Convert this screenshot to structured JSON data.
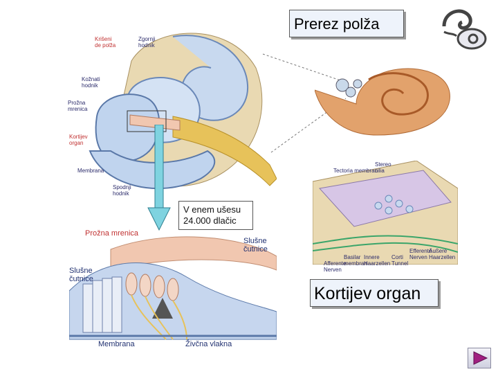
{
  "titles": {
    "top": "Prerez polža",
    "bottom": "Kortijev organ"
  },
  "note": "V enem ušesu\n24.000 dlačic",
  "labels_top_diagram": {
    "kriseni": "Krišeni\nde polža",
    "zgornji": "Zgornji\nhodnik",
    "kozni": "Kožnati\nhodnik",
    "prozna": "Prožna\nmrenica",
    "kortijev": "Kortijev\norgan",
    "membrana": "Membrana",
    "spodnji": "Spodnji\nhodnik"
  },
  "labels_bottom_diagram": {
    "prozna": "Prožna mrenica",
    "slusne": "Slušne\nčutnice",
    "slusne_left": "Slušne\nčutnice",
    "membrana": "Membrana",
    "zivcna": "Živčna vlakna"
  },
  "labels_right_diagram": {
    "stereo": "Stereo\ncilia",
    "tectoria": "Tectoria membran",
    "basilar": "Basilar\nmembran",
    "afferente": "Afferente\nNerven",
    "innere": "Innere\nHaarzellen",
    "corti": "Corti\nTunnel",
    "efferente": "Efferente\nNerven",
    "aeussere": "Äußere\nHaarzellen"
  },
  "colors": {
    "tissue_blue": "#9fb9db",
    "bone_beige": "#e9d9b2",
    "membrane_pink": "#f1c7b0",
    "arrow_teal": "#7fd3e0",
    "nerve_yellow": "#e7c25a",
    "orange_cochlea": "#e2a26c"
  },
  "icons": {
    "ear_logo": "ear-icon",
    "next_button": "play-right-icon"
  }
}
